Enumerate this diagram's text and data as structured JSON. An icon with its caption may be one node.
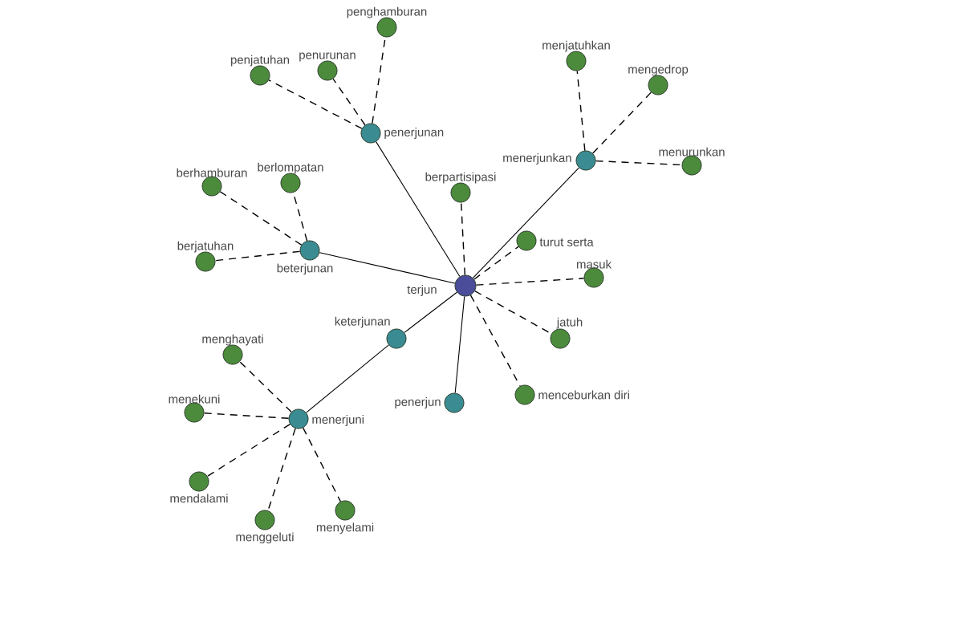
{
  "diagram": {
    "nodes": [
      {
        "text": [
          "penghamburan"
        ]
      },
      {
        "text": [
          "menjatuhkan"
        ]
      },
      {
        "text": [
          "penjatuhan"
        ]
      },
      {
        "text": [
          "penurunan"
        ]
      },
      {
        "text": [
          "mengedrop"
        ]
      },
      {
        "text": [
          "penerjunan"
        ]
      },
      {
        "text": [
          "menerjunkan"
        ]
      },
      {
        "text": [
          "menurunkan"
        ]
      },
      {
        "text": [
          "berhamburan"
        ]
      },
      {
        "text": [
          "berlompatan"
        ]
      },
      {
        "text": [
          "berpartisipasi"
        ]
      },
      {
        "text": [
          "turut serta"
        ]
      },
      {
        "text": [
          "beterjunan"
        ]
      },
      {
        "text": [
          "berjatuhan"
        ]
      },
      {
        "text": [
          "masuk"
        ]
      },
      {
        "text": [
          "terjun"
        ]
      },
      {
        "text": [
          "keterjunan"
        ]
      },
      {
        "text": [
          "jatuh"
        ]
      },
      {
        "text": [
          "menghayati"
        ]
      },
      {
        "text": [
          "menceburkan diri"
        ]
      },
      {
        "text": [
          "penerjun"
        ]
      },
      {
        "text": [
          "menekuni"
        ]
      },
      {
        "text": [
          "menerjuni"
        ]
      },
      {
        "text": [
          "mendalami"
        ]
      },
      {
        "text": [
          "menyelami"
        ]
      },
      {
        "text": [
          "menggeluti"
        ]
      }
    ],
    "edges": [
      {
        "from": 15,
        "to": 5,
        "arrow": "none"
      },
      {
        "from": 15,
        "to": 12,
        "arrow": "none"
      },
      {
        "from": 15,
        "to": 6,
        "arrow": "none"
      },
      {
        "from": 15,
        "to": 16,
        "arrow": "none"
      },
      {
        "from": 15,
        "to": 20,
        "arrow": "none"
      },
      {
        "from": 16,
        "to": 22,
        "arrow": "none"
      },
      {
        "from": 5,
        "to": 0,
        "arrow": "none",
        "style": "dashed"
      },
      {
        "from": 5,
        "to": 2,
        "arrow": "none",
        "style": "dashed"
      },
      {
        "from": 5,
        "to": 3,
        "arrow": "none",
        "style": "dashed"
      },
      {
        "from": 12,
        "to": 8,
        "arrow": "none",
        "style": "dashed"
      },
      {
        "from": 12,
        "to": 9,
        "arrow": "none",
        "style": "dashed"
      },
      {
        "from": 12,
        "to": 13,
        "arrow": "none",
        "style": "dashed"
      },
      {
        "from": 15,
        "to": 10,
        "arrow": "none",
        "style": "dashed"
      },
      {
        "from": 15,
        "to": 11,
        "arrow": "none",
        "style": "dashed"
      },
      {
        "from": 15,
        "to": 14,
        "arrow": "none",
        "style": "dashed"
      },
      {
        "from": 15,
        "to": 17,
        "arrow": "none",
        "style": "dashed"
      },
      {
        "from": 15,
        "to": 19,
        "arrow": "none",
        "style": "dashed"
      },
      {
        "from": 6,
        "to": 1,
        "arrow": "none",
        "style": "dashed"
      },
      {
        "from": 6,
        "to": 4,
        "arrow": "none",
        "style": "dashed"
      },
      {
        "from": 6,
        "to": 7,
        "arrow": "none",
        "style": "dashed"
      },
      {
        "from": 22,
        "to": 18,
        "arrow": "none",
        "style": "dashed"
      },
      {
        "from": 22,
        "to": 21,
        "arrow": "none",
        "style": "dashed"
      },
      {
        "from": 22,
        "to": 23,
        "arrow": "none",
        "style": "dashed"
      },
      {
        "from": 22,
        "to": 25,
        "arrow": "none",
        "style": "dashed"
      },
      {
        "from": 22,
        "to": 24,
        "arrow": "none",
        "style": "dashed"
      }
    ]
  }
}
